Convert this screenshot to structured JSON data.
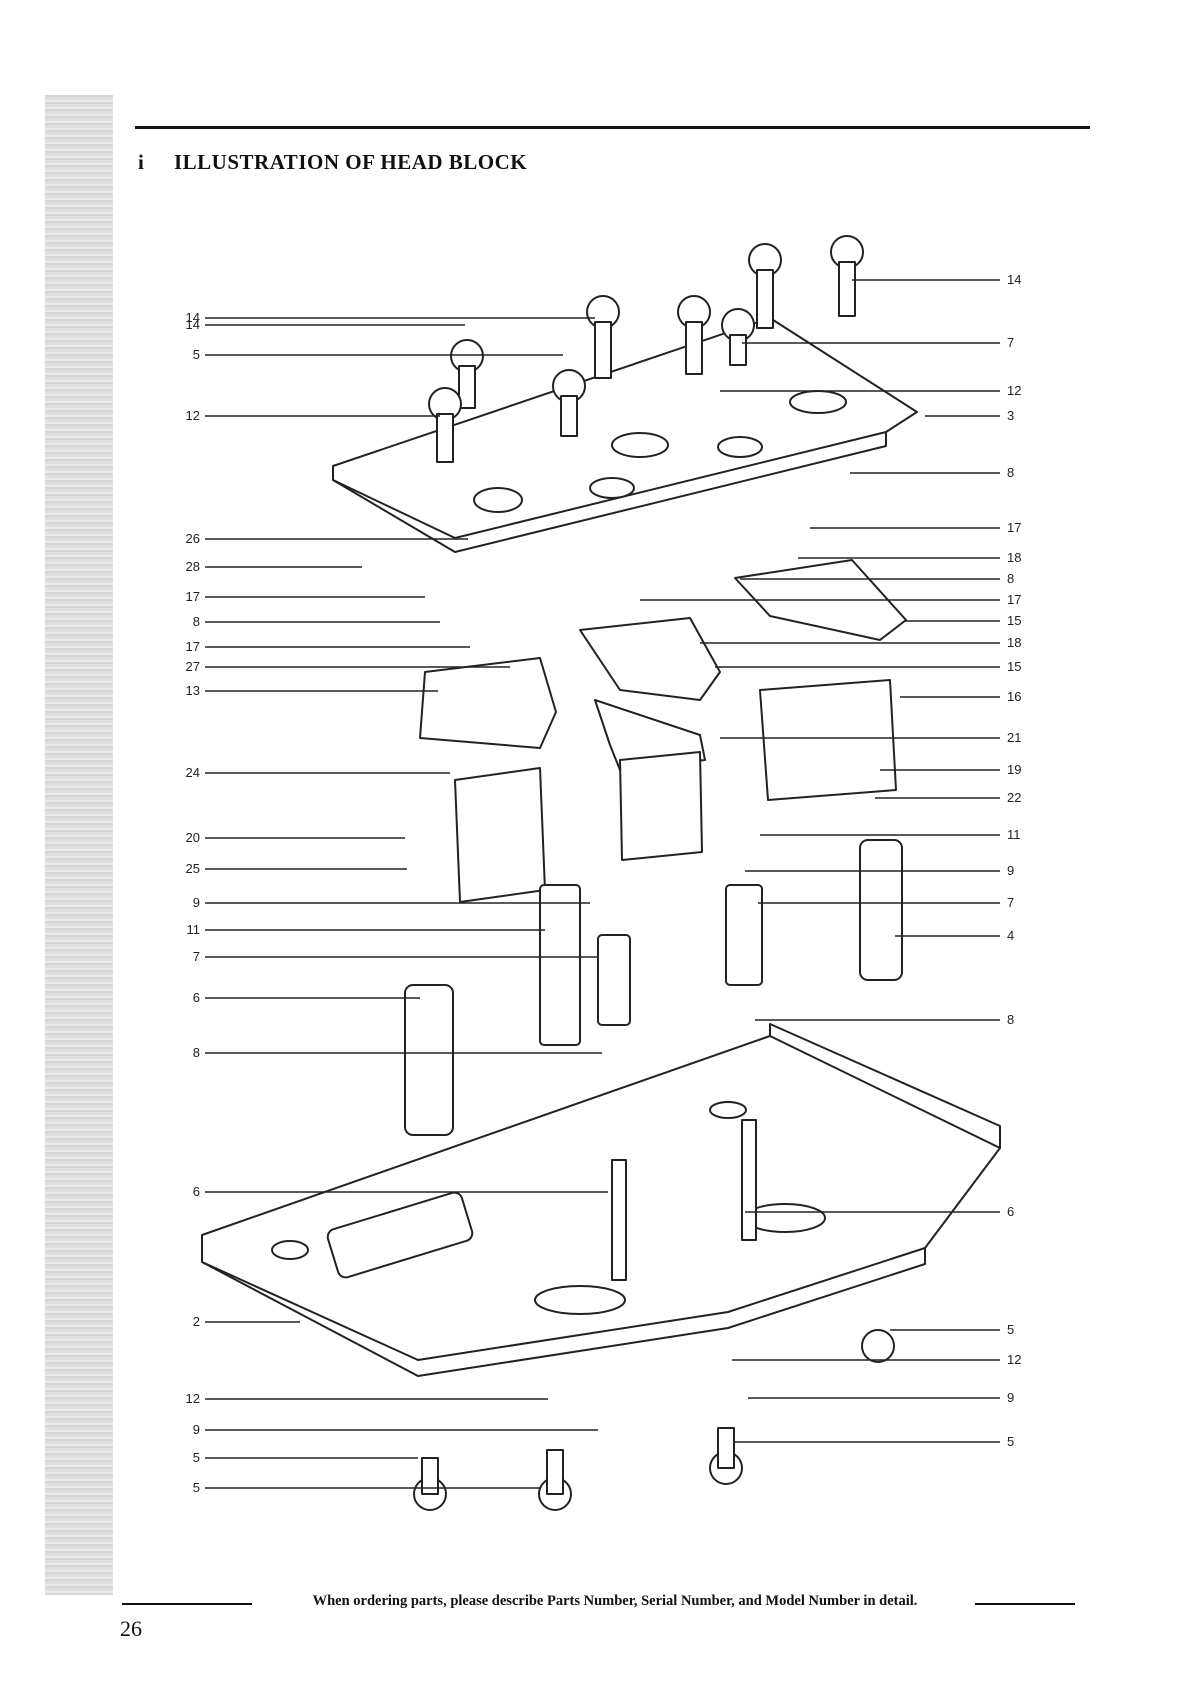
{
  "section": {
    "marker": "i",
    "title": "ILLUSTRATION OF HEAD BLOCK"
  },
  "diagram": {
    "left_callouts": [
      "14",
      "14",
      "5",
      "12",
      "26",
      "28",
      "17",
      "8",
      "17",
      "27",
      "13",
      "24",
      "20",
      "25",
      "9",
      "11",
      "7",
      "6",
      "8",
      "6",
      "2",
      "12",
      "9",
      "5",
      "5"
    ],
    "right_callouts": [
      "14",
      "7",
      "12",
      "3",
      "8",
      "17",
      "18",
      "8",
      "17",
      "15",
      "18",
      "15",
      "16",
      "21",
      "19",
      "22",
      "11",
      "9",
      "7",
      "4",
      "8",
      "6",
      "5",
      "12",
      "9",
      "5"
    ]
  },
  "footer": {
    "note": "When ordering parts, please describe Parts Number, Serial Number, and Model Number in detail.",
    "page_number": "26"
  }
}
